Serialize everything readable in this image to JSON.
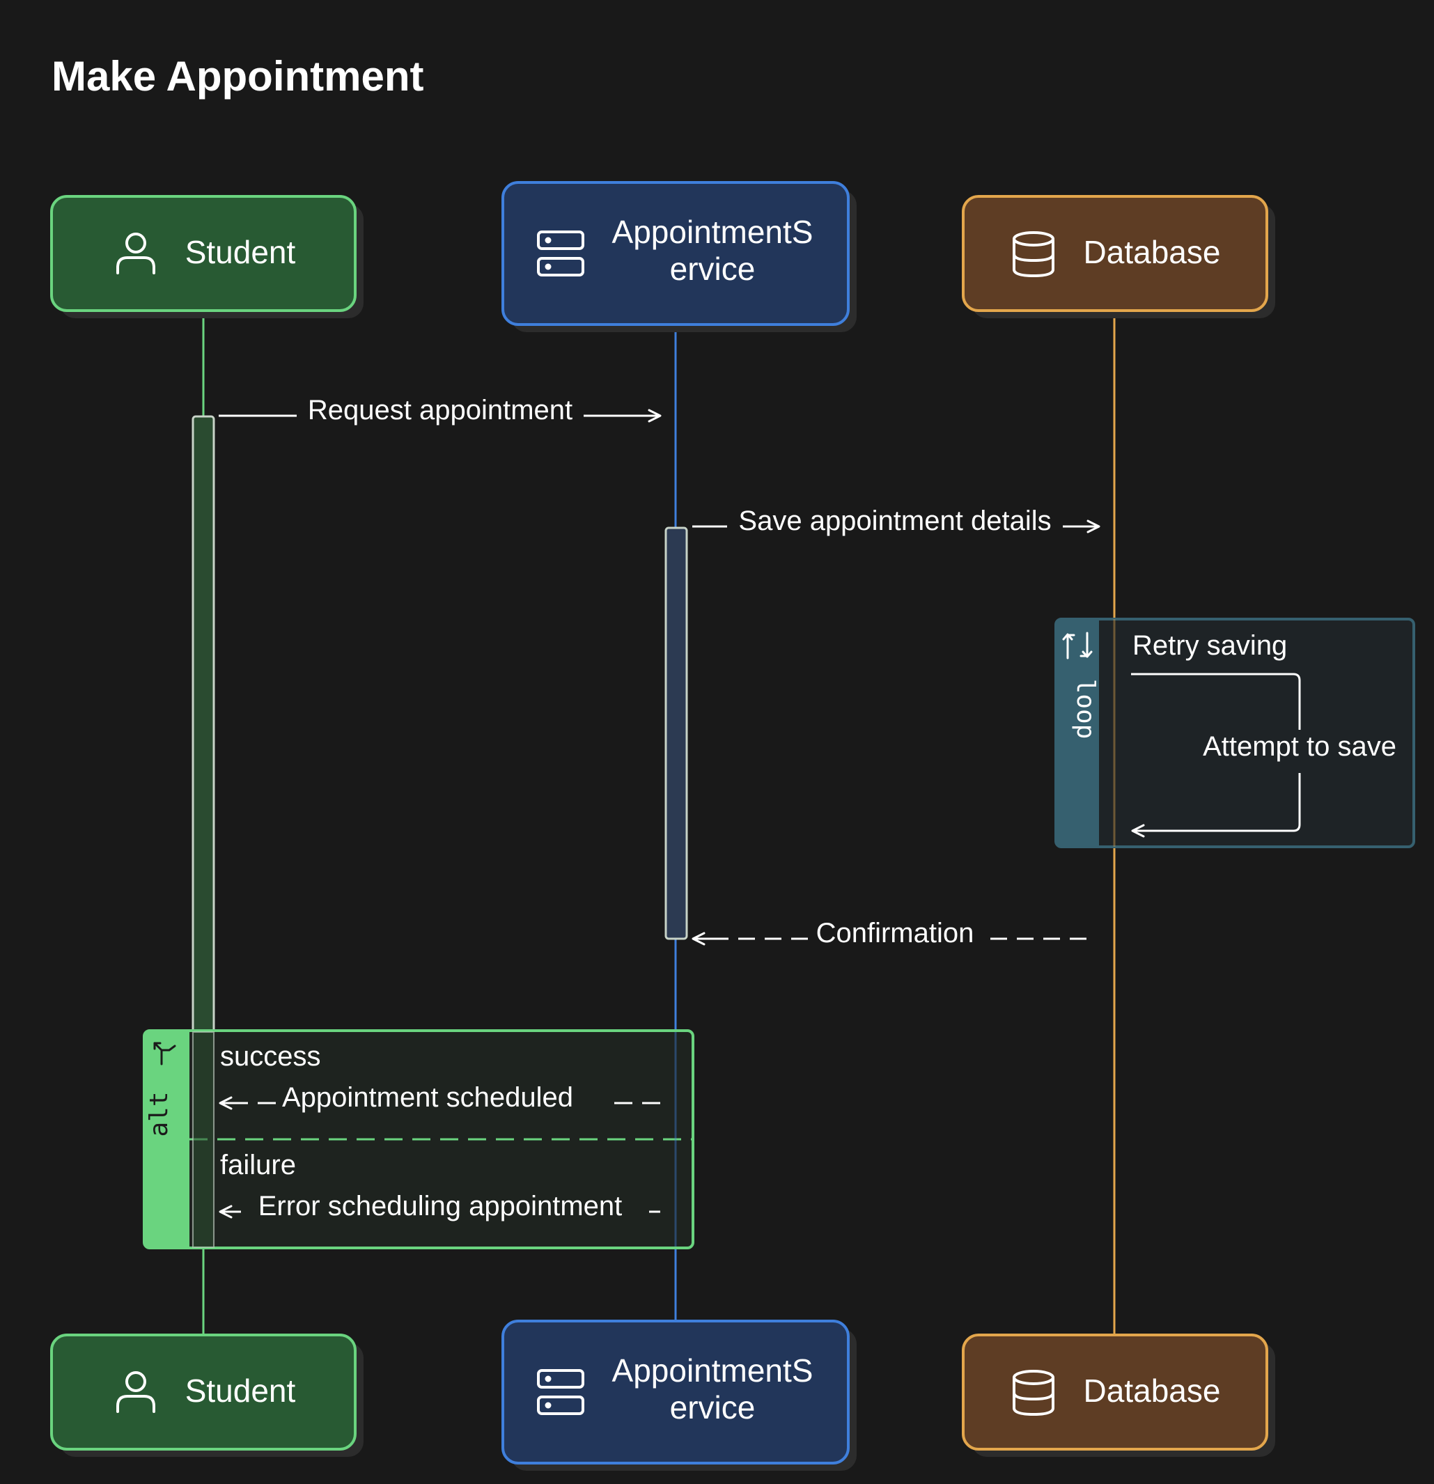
{
  "title": "Make Appointment",
  "colors": {
    "background": "#191919",
    "text": "#ffffff",
    "student_fill": "#285a33",
    "student_stroke": "#6ad47f",
    "service_fill": "#22365a",
    "service_stroke": "#3f7fdc",
    "database_fill": "#5e3d24",
    "database_stroke": "#e3a64c",
    "loop_fill": "#1e2427",
    "loop_stroke": "#36606f",
    "alt_fill": "#1e2420",
    "alt_stroke": "#6ad47f"
  },
  "participants": [
    {
      "id": "student",
      "label": "Student",
      "icon": "user-icon"
    },
    {
      "id": "service",
      "label_line1": "AppointmentS",
      "label_line2": "ervice",
      "icon": "server-icon"
    },
    {
      "id": "database",
      "label": "Database",
      "icon": "database-icon"
    }
  ],
  "messages": [
    {
      "from": "Student",
      "to": "AppointmentService",
      "label": "Request appointment",
      "style": "solid"
    },
    {
      "from": "AppointmentService",
      "to": "Database",
      "label": "Save appointment details",
      "style": "solid"
    },
    {
      "from": "Database",
      "to": "Database",
      "label": "Attempt to save",
      "style": "solid"
    },
    {
      "from": "Database",
      "to": "AppointmentService",
      "label": "Confirmation",
      "style": "dashed"
    },
    {
      "from": "AppointmentService",
      "to": "Student",
      "label": "Appointment scheduled",
      "style": "dashed"
    },
    {
      "from": "AppointmentService",
      "to": "Student",
      "label": "Error scheduling appointment",
      "style": "dashed"
    }
  ],
  "fragments": {
    "loop": {
      "tag": "loop",
      "condition": "Retry saving"
    },
    "alt": {
      "tag": "alt",
      "branch1": "success",
      "branch2": "failure"
    }
  }
}
